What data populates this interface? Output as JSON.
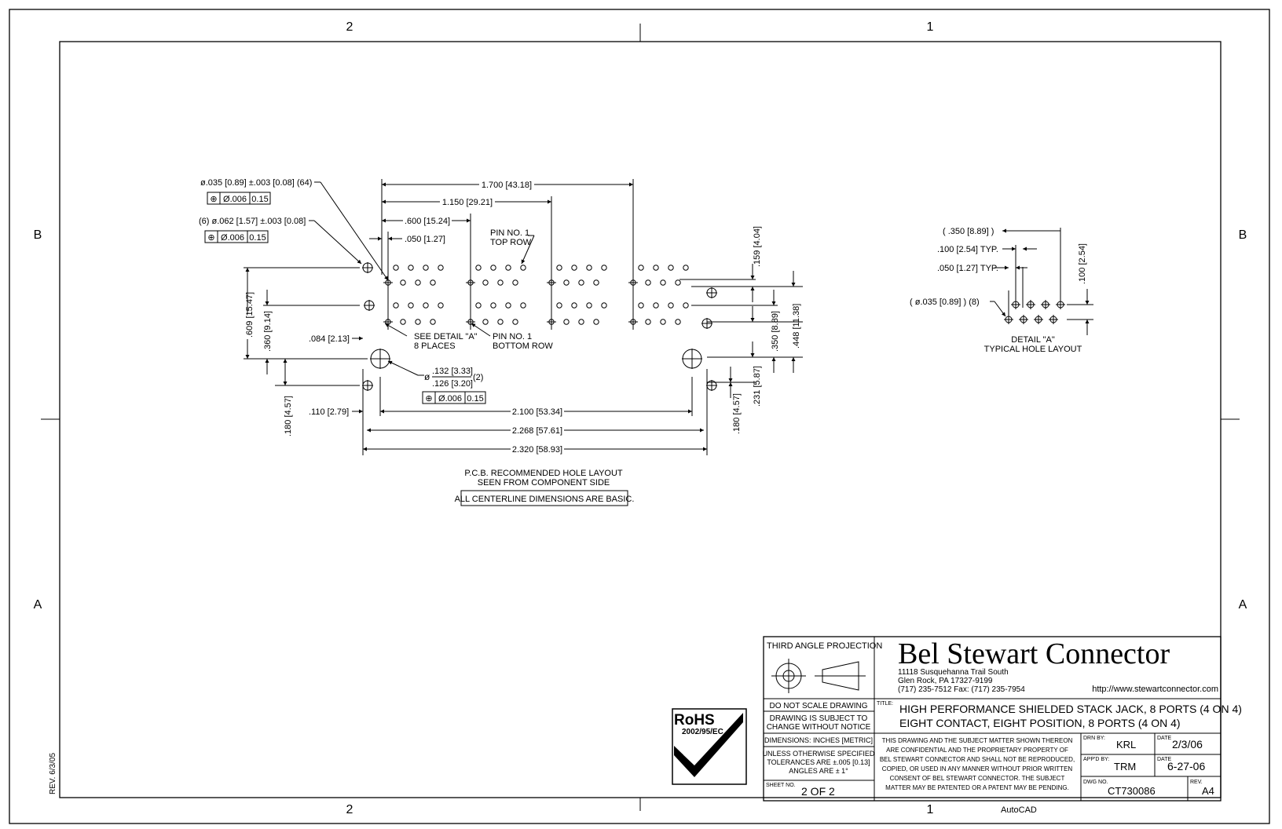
{
  "zones": {
    "top": [
      "2",
      "1"
    ],
    "bottom": [
      "2",
      "1"
    ],
    "left": [
      "B",
      "A"
    ],
    "right": [
      "B",
      "A"
    ]
  },
  "left_margin_rev": "REV. 6/3/05",
  "callouts": {
    "pin_hole": "ø.035 [0.89] ±.003 [0.08] (64)",
    "pin_hole_tol": [
      "⊕",
      "Ø.006",
      "0.15"
    ],
    "small_hole": "(6) ø.062 [1.57] ±.003 [0.08]",
    "small_hole_tol": [
      "⊕",
      "Ø.006",
      "0.15"
    ],
    "big_hole_dia_prefix": "ø",
    "big_hole_dia_top": ".132 [3.33]",
    "big_hole_dia_bottom": ".126 [3.20]",
    "big_hole_qty": "(2)",
    "big_hole_tol": [
      "⊕",
      "Ø.006",
      "0.15"
    ],
    "see_detail_1": "SEE DETAIL \"A\"",
    "see_detail_2": "8 PLACES",
    "pin1_top_1": "PIN NO. 1",
    "pin1_top_2": "TOP ROW",
    "pin1_bottom_1": "PIN NO. 1",
    "pin1_bottom_2": "BOTTOM ROW"
  },
  "dims": {
    "d1700": "1.700 [43.18]",
    "d1150": "1.150 [29.21]",
    "d600": ".600 [15.24]",
    "d050": ".050 [1.27]",
    "d159": ".159 [4.04]",
    "d350": ".350 [8.89]",
    "d448": ".448 [11.38]",
    "d231": ".231 [5.87]",
    "d180r": ".180 [4.57]",
    "d609": ".609 [15.47]",
    "d360": ".360 [9.14]",
    "d084": ".084 [2.13]",
    "d180l": ".180 [4.57]",
    "d110": ".110 [2.79]",
    "d2100": "2.100 [53.34]",
    "d2268": "2.268 [57.61]",
    "d2320": "2.320 [58.93]"
  },
  "notes": {
    "layout_1": "P.C.B. RECOMMENDED HOLE LAYOUT",
    "layout_2": "SEEN FROM COMPONENT SIDE",
    "basic": "ALL CENTERLINE DIMENSIONS ARE BASIC."
  },
  "detail_a": {
    "d350": "( .350 [8.89] )",
    "d100typ": ".100 [2.54] TYP.",
    "d050typ": ".050 [1.27] TYP.",
    "d100v": ".100 [2.54]",
    "hole": "( ø.035 [0.89] ) (8)",
    "title_1": "DETAIL \"A\"",
    "title_2": "TYPICAL HOLE LAYOUT"
  },
  "rohs": {
    "title": "RoHS",
    "sub": "2002/95/EC"
  },
  "title_block": {
    "projection": "THIRD ANGLE PROJECTION",
    "company": "Bel Stewart Connector",
    "address_1": "11118 Susquehanna Trail South",
    "address_2": "Glen Rock, PA  17327-9199",
    "address_3": "(717) 235-7512  Fax: (717) 235-7954",
    "website": "http://www.stewartconnector.com",
    "do_not_scale": "DO NOT SCALE DRAWING",
    "subject_1": "DRAWING IS SUBJECT TO",
    "subject_2": "CHANGE WITHOUT NOTICE",
    "dimensions": "DIMENSIONS: INCHES [METRIC]",
    "tol_1": "UNLESS OTHERWISE SPECIFIED",
    "tol_2": "TOLERANCES ARE ±.005 [0.13]",
    "tol_3": "ANGLES ARE ± 1°",
    "sheet_label": "SHEET NO.",
    "sheet": "2 OF 2",
    "title_label": "TITLE:",
    "title_1": "HIGH PERFORMANCE SHIELDED STACK JACK, 8 PORTS (4 ON 4)",
    "title_2": "EIGHT CONTACT, EIGHT POSITION, 8 PORTS (4 ON 4)",
    "conf_1": "THIS DRAWING AND THE SUBJECT MATTER SHOWN THEREON",
    "conf_2": "ARE CONFIDENTIAL AND THE PROPRIETARY PROPERTY OF",
    "conf_3": "BEL STEWART CONNECTOR AND SHALL NOT BE REPRODUCED,",
    "conf_4": "COPIED, OR USED IN ANY MANNER WITHOUT PRIOR WRITTEN",
    "conf_5": "CONSENT OF BEL STEWART CONNECTOR.  THE SUBJECT",
    "conf_6": "MATTER MAY BE PATENTED OR A PATENT MAY BE PENDING.",
    "drn_label": "DRN BY:",
    "drn": "KRL",
    "date_label": "DATE",
    "drn_date": "2/3/06",
    "appd_label": "APP'D BY:",
    "appd": "TRM",
    "appd_date": "6-27-06",
    "dwg_label": "DWG NO.",
    "dwg": "CT730086",
    "rev_label": "REV.",
    "rev": "A4"
  },
  "software": "AutoCAD"
}
